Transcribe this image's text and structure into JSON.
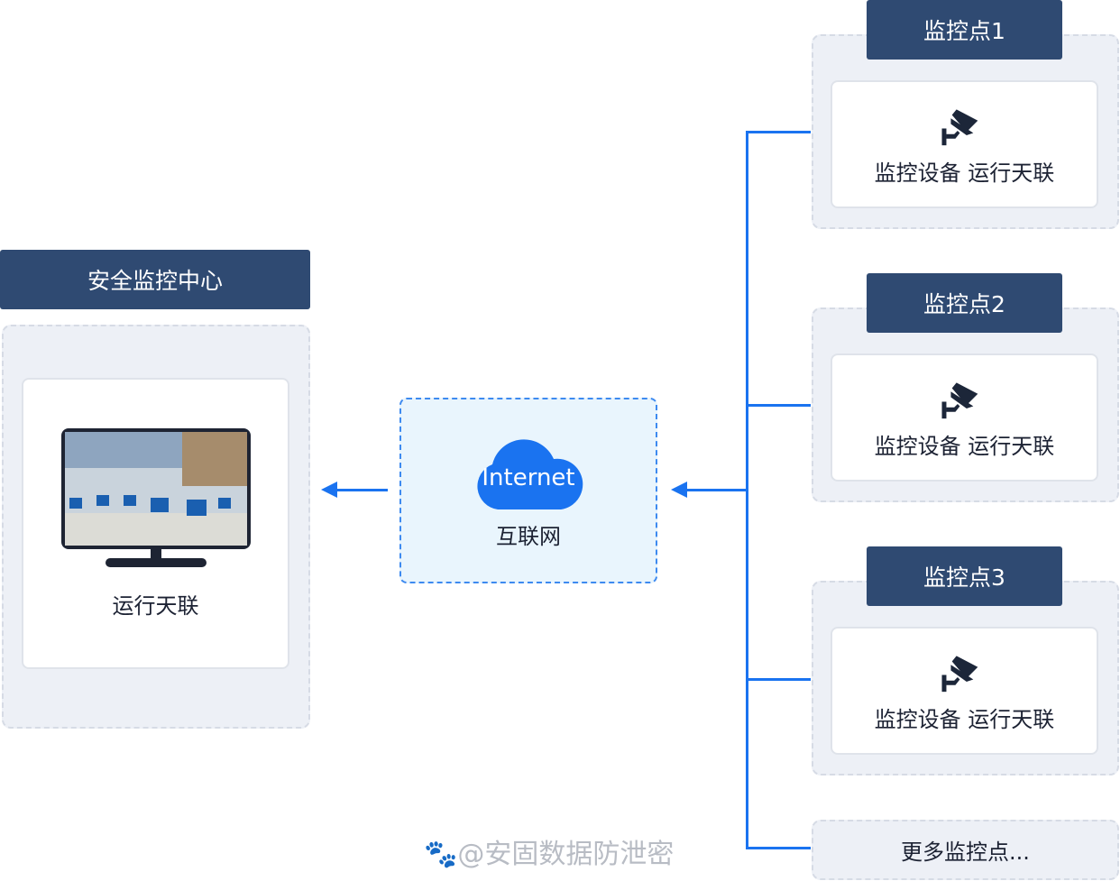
{
  "center": {
    "title": "安全监控中心",
    "label": "运行天联"
  },
  "internet": {
    "cloud_text": "Internet",
    "label": "互联网"
  },
  "sites": [
    {
      "title": "监控点1",
      "label": "监控设备 运行天联"
    },
    {
      "title": "监控点2",
      "label": "监控设备 运行天联"
    },
    {
      "title": "监控点3",
      "label": "监控设备 运行天联"
    }
  ],
  "more": {
    "label": "更多监控点..."
  },
  "watermark": "@安固数据防泄密",
  "colors": {
    "header": "#2f4a72",
    "accent": "#1a73f0",
    "panel": "#edf0f6"
  }
}
